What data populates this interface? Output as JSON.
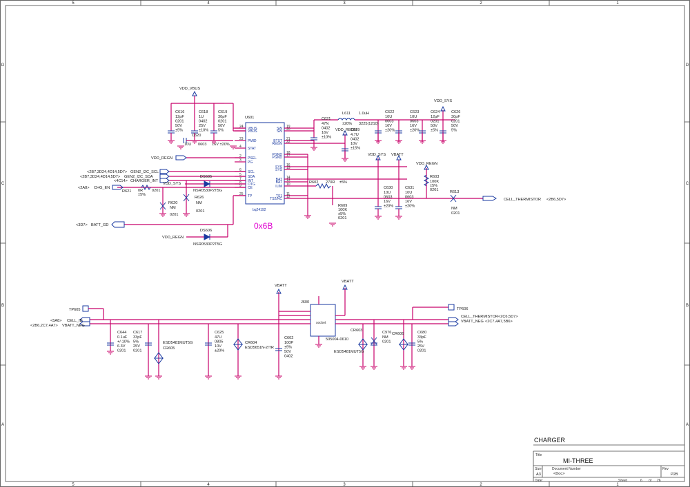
{
  "border": {
    "col_labels": [
      "5",
      "4",
      "3",
      "2",
      "1"
    ],
    "row_labels": [
      "D",
      "C",
      "B",
      "A"
    ]
  },
  "ic_u601": {
    "ref": "U601",
    "part": "bq24192",
    "left_pins": [
      {
        "num": "24",
        "name": "VBUS"
      },
      {
        "num": "",
        "name": "VBUS"
      },
      {
        "num": "23",
        "name": "PMID"
      },
      {
        "num": "4",
        "name": "STAT"
      },
      {
        "num": "2",
        "name": "PSEL"
      },
      {
        "num": "3",
        "name": "PG"
      },
      {
        "num": "6",
        "name": "SCL"
      },
      {
        "num": "5",
        "name": "SDA"
      },
      {
        "num": "7",
        "name": "INT"
      },
      {
        "num": "8",
        "name": "OTG"
      },
      {
        "num": "9",
        "name": "CE"
      },
      {
        "num": "25",
        "name": "TP"
      }
    ],
    "right_pins": [
      {
        "num": "19",
        "name": "SW"
      },
      {
        "num": "20",
        "name": "SW"
      },
      {
        "num": "21",
        "name": "BTST"
      },
      {
        "num": "22",
        "name": "REGN"
      },
      {
        "num": "18",
        "name": "PGND"
      },
      {
        "num": "17",
        "name": "PGND"
      },
      {
        "num": "16",
        "name": "SYS"
      },
      {
        "num": "15",
        "name": "SYS"
      },
      {
        "num": "14",
        "name": "BAT"
      },
      {
        "num": "13",
        "name": "BAT"
      },
      {
        "num": "10",
        "name": "ILIM"
      },
      {
        "num": "11",
        "name": "TS1"
      },
      {
        "num": "12",
        "name": "TS2/NC"
      }
    ]
  },
  "annotation_0x6b": "0x6B",
  "power_labels": {
    "vdd_vbus": "VDD_VBUS",
    "vdd_sys_top": "VDD_SYS",
    "vdd_regn_top": "VDD_REGN",
    "vdd_regn_r603": "VDD_REGN",
    "vdd_sys_c630": "VDD_SYS",
    "vbatt_c631": "VBATT",
    "vbatt_j600": "VBATT",
    "vbatt_cr604": "VBATT"
  },
  "caps_top": [
    {
      "ref": "C616",
      "lines": [
        "12pF",
        "0201",
        "50V",
        "±5%"
      ]
    },
    {
      "ref": "C618",
      "lines": [
        "1U",
        "0402",
        "25V",
        "±10%"
      ]
    },
    {
      "ref": "C619",
      "lines": [
        "30pF",
        "0201",
        "50V",
        "5%"
      ]
    },
    {
      "ref": "C620",
      "lines": [
        "10U",
        "0603",
        "16V ±20%"
      ]
    },
    {
      "ref": "C621",
      "lines": [
        "47N",
        "0402",
        "16V",
        "±10%"
      ]
    },
    {
      "ref": "C629",
      "lines": [
        "4.7U",
        "0402",
        "10V",
        "±15%"
      ]
    },
    {
      "ref": "C622",
      "lines": [
        "10U",
        "0603",
        "16V",
        "±20%"
      ]
    },
    {
      "ref": "C623",
      "lines": [
        "10U",
        "0603",
        "16V",
        "±20%"
      ]
    },
    {
      "ref": "C624",
      "lines": [
        "12pF",
        "0201",
        "50V",
        "±5%"
      ]
    },
    {
      "ref": "C626",
      "lines": [
        "30pF",
        "0201",
        "50V",
        "5%"
      ]
    },
    {
      "ref": "C630",
      "lines": [
        "10U",
        "0603",
        "16V",
        "±20%"
      ]
    },
    {
      "ref": "C631",
      "lines": [
        "10U",
        "0603",
        "16V",
        "±20%"
      ]
    }
  ],
  "inductor": {
    "ref": "L611",
    "value": "1.0uH",
    "tol": "±20%",
    "pkg": "3225(1210)"
  },
  "resistors": {
    "r602": {
      "ref": "R602",
      "value": "270R",
      "tol": "±5%"
    },
    "r603": {
      "ref": "R603",
      "value": "100K",
      "tol": "±5%",
      "pkg": "0201"
    },
    "r609": {
      "ref": "R609",
      "value": "100K",
      "tol": "±5%",
      "pkg": "0201"
    },
    "r613": {
      "ref": "R613",
      "value": "NM",
      "pkg": "0201"
    },
    "r620": {
      "ref": "R620",
      "value": "NM",
      "pkg": "0201"
    },
    "r626": {
      "ref": "R626",
      "value": "NM",
      "pkg": "0201"
    },
    "r621": {
      "ref": "R621",
      "value": "0R",
      "tol": "±5%",
      "pkg": "0201"
    }
  },
  "diodes": {
    "ds605": {
      "ref": "DS605",
      "part": "NSR0530P2T5G"
    },
    "ds606": {
      "ref": "DS606",
      "part": "NSR0530P2T5G"
    }
  },
  "nets_left": {
    "i2c_scl_ref": "<2B7,3D24,4D14,5D7>",
    "i2c_scl": "GEN2_I2C_SCL",
    "i2c_sda_ref": "<2B7,3D24,4D14,5D7>",
    "i2c_sda": "GEN2_I2C_SDA",
    "chg_int_ref": "<4C14>",
    "chg_int": "CHARGER_INT",
    "vdd_sys_otg": "VDD_SYS",
    "chg_en_ref": "<2A8>",
    "chg_en": "CHG_EN",
    "vdd_regn_stat": "VDD_REGN",
    "batt_gd_ref": "<3D7>",
    "batt_gd": "BATT_GD",
    "vdd_regn_ds606": "VDD_REGN"
  },
  "cell_thermistor_top": {
    "net": "CELL_THERMISTOR",
    "ref": "<2B6,5D7>"
  },
  "bottom": {
    "tp605": "TP605",
    "tp606": "TP606",
    "cell_id_ref": "<5A8>",
    "cell_id": "CELL_ID",
    "vbatt_neg_ref": "<2B6,2C7,4A7>",
    "vbatt_neg": "VBATT_NEG",
    "cell_therm_r": "CELL_THERMISTOR",
    "cell_therm_r_ref": "<2C6,5D7>",
    "vbatt_neg_r": "VBATT_NEG",
    "vbatt_neg_r_ref": "<2C7,4A7,5B6>",
    "j600": {
      "ref": "J600",
      "part": "505004-0610",
      "body": "socket"
    },
    "c644": {
      "ref": "C644",
      "lines": [
        "0.1uF",
        "+/-10%",
        "6.3V",
        "0201"
      ]
    },
    "c617": {
      "ref": "C617",
      "lines": [
        "33pF",
        "5%",
        "25V",
        "0201"
      ]
    },
    "cr605": {
      "ref": "CR605",
      "part": "ESD5481MUT5G"
    },
    "c625": {
      "ref": "C625",
      "lines": [
        "47U",
        "0805",
        "10V",
        "±20%"
      ]
    },
    "cr604": {
      "ref": "CR604",
      "part": "ESD5651N-2/TR"
    },
    "c602": {
      "ref": "C602",
      "lines": [
        "100P",
        "±5%",
        "50V",
        "0402"
      ]
    },
    "cr603": {
      "ref": "CR603",
      "part": "ESD5481MUT5G"
    },
    "c976": {
      "ref": "C976",
      "lines": [
        "NM",
        "0201"
      ]
    },
    "cr606": {
      "ref": "CR606"
    },
    "c680": {
      "ref": "C680",
      "lines": [
        "33pF",
        "5%",
        "25V",
        "0201"
      ]
    }
  },
  "title_block": {
    "sheet_title": "CHARGER",
    "title_label": "Title",
    "title": "MI-THREE",
    "size_label": "Size",
    "size": "A3",
    "docnum_label": "Document Number",
    "docnum": "<Doc>",
    "rev_label": "Rev",
    "rev": "P2B",
    "date_label": "Date:",
    "sheet_label": "Sheet",
    "sheet_num": "6",
    "of_label": "of",
    "sheet_total": "26"
  }
}
